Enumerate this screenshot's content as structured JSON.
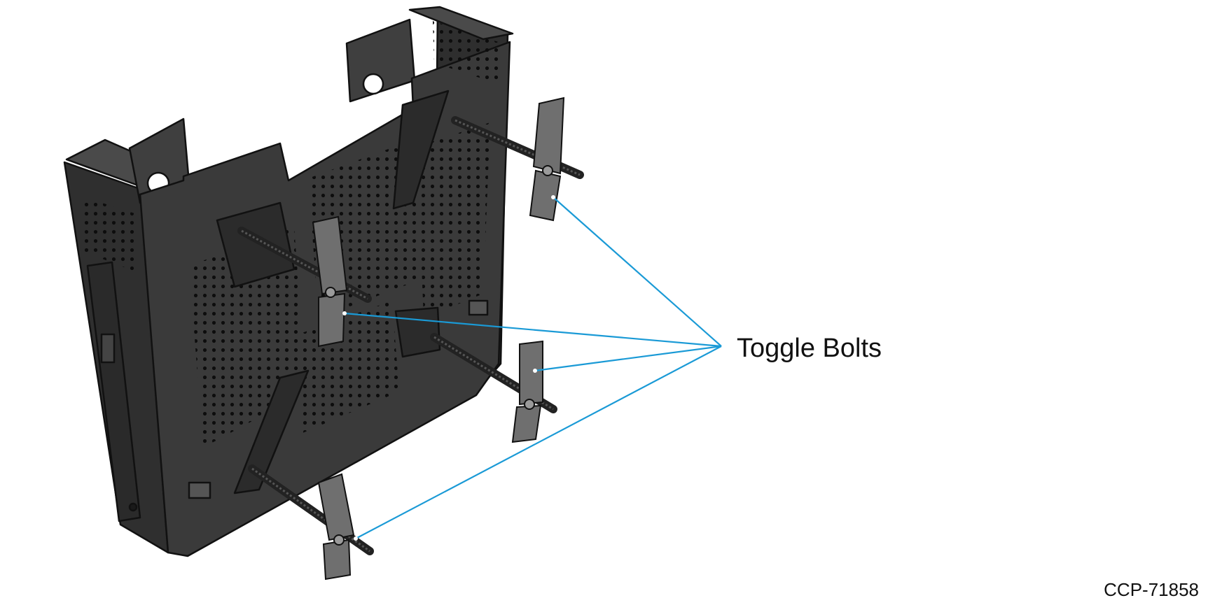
{
  "callout": {
    "label": "Toggle Bolts",
    "color": "#1a9ad6",
    "targets": [
      "toggle-bolt-top-right",
      "toggle-bolt-middle-left",
      "toggle-bolt-middle-right",
      "toggle-bolt-bottom"
    ]
  },
  "figure_id": "CCP-71858",
  "colors": {
    "bracket": "#3a3a3a",
    "bracket_edge": "#111111",
    "wing": "#6f6f6f",
    "rod": "#222222"
  },
  "icons": [
    "mounting-bracket-icon",
    "toggle-bolt-icon"
  ]
}
